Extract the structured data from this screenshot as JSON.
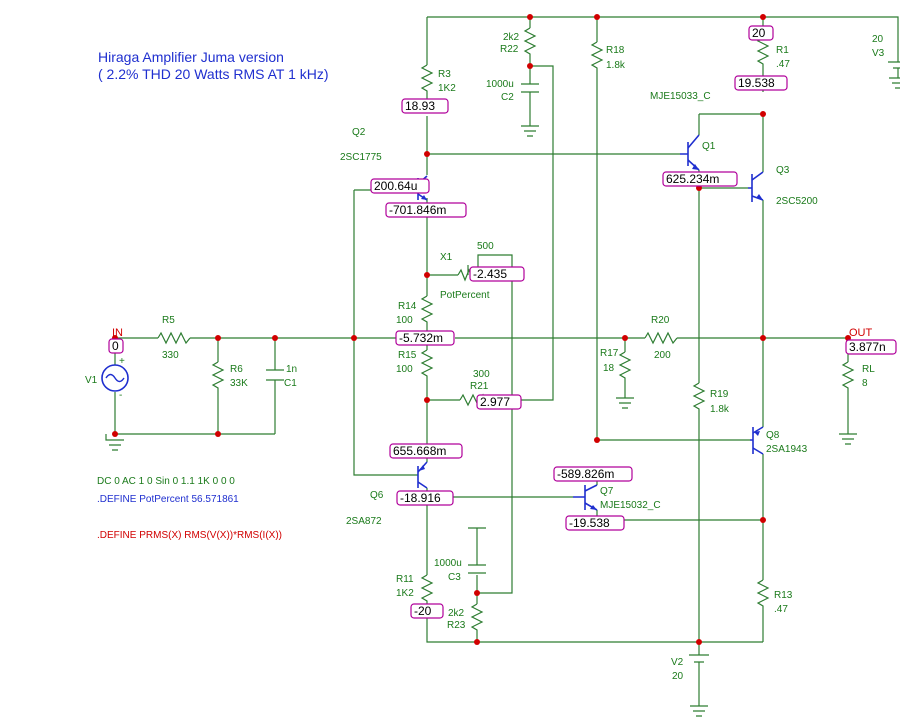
{
  "title": {
    "line1": "Hiraga Amplifier Juma version",
    "line2": "( 2.2% THD 20 Watts RMS AT 1 kHz)"
  },
  "spice": {
    "source": "DC 0 AC 1 0 Sin 0 1.1 1K 0 0 0",
    "define_pot": ".DEFINE PotPercent 56.571861",
    "define_prms": ".DEFINE PRMS(X) RMS(V(X))*RMS(I(X))"
  },
  "nets": {
    "in": "IN",
    "out": "OUT"
  },
  "components": {
    "R1": {
      "ref": "R1",
      "value": ".47"
    },
    "R3": {
      "ref": "R3",
      "value": "1K2"
    },
    "R5": {
      "ref": "R5",
      "value": "330"
    },
    "R6": {
      "ref": "R6",
      "value": "33K"
    },
    "R11": {
      "ref": "R11",
      "value": "1K2"
    },
    "R13": {
      "ref": "R13",
      "value": ".47"
    },
    "R14": {
      "ref": "R14",
      "value": "100"
    },
    "R15": {
      "ref": "R15",
      "value": "100"
    },
    "R17": {
      "ref": "R17",
      "value": "18"
    },
    "R18": {
      "ref": "R18",
      "value": "1.8k"
    },
    "R19": {
      "ref": "R19",
      "value": "1.8k"
    },
    "R20": {
      "ref": "R20",
      "value": "200"
    },
    "R21": {
      "ref": "R21",
      "value": "300"
    },
    "R22": {
      "ref": "R22",
      "value": "2k2"
    },
    "R23": {
      "ref": "R23",
      "value": "2k2"
    },
    "RL": {
      "ref": "RL",
      "value": "8"
    },
    "C1": {
      "ref": "C1",
      "value": "1n"
    },
    "C2": {
      "ref": "C2",
      "value": "1000u"
    },
    "C3": {
      "ref": "C3",
      "value": "1000u"
    },
    "V1": {
      "ref": "V1"
    },
    "V2": {
      "ref": "V2",
      "value": "20"
    },
    "V3": {
      "ref": "V3",
      "value": "20"
    },
    "X1": {
      "ref": "X1",
      "value": "500",
      "param": "PotPercent"
    },
    "Q1": {
      "ref": "Q1",
      "model": "MJE15033_C"
    },
    "Q2": {
      "ref": "Q2",
      "model": "2SC1775"
    },
    "Q3": {
      "ref": "Q3",
      "model": "2SC5200"
    },
    "Q6": {
      "ref": "Q6",
      "model": "2SA872"
    },
    "Q7": {
      "ref": "Q7",
      "model": "MJE15032_C"
    },
    "Q8": {
      "ref": "Q8",
      "model": "2SA1943"
    }
  },
  "voltages": {
    "in": "0",
    "v20": "20",
    "r3_bot": "18.93",
    "r1_bot": "19.538",
    "q2_base": "200.64u",
    "q2_emit": "-701.846m",
    "q1_base": "625.234m",
    "pot": "-2.435",
    "mid": "-5.732m",
    "out": "3.877n",
    "r21": "2.977",
    "q6_emit": "655.668m",
    "q7_base": "-589.826m",
    "q6_coll": "-18.916",
    "q7_emit": "-19.538",
    "neg20": "-20"
  }
}
